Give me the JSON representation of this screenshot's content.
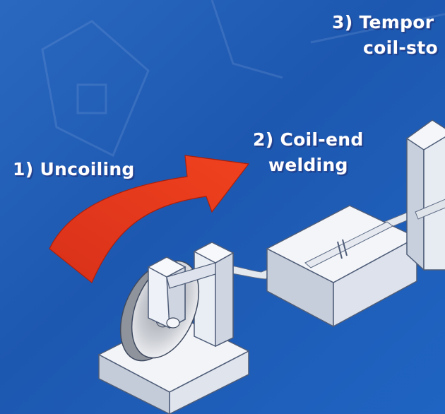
{
  "steps": [
    {
      "number": "1)",
      "label": "Uncoiling"
    },
    {
      "number": "2)",
      "label_line1": "Coil-end",
      "label_line2": "welding"
    },
    {
      "number": "3)",
      "label_line1": "Tempor",
      "label_line2": "coil-sto"
    }
  ],
  "colors": {
    "background": "#1f5fb8",
    "arrow": "#e8381c",
    "machine": "#ecf0f6",
    "text": "#ffffff"
  },
  "icons": {
    "uncoiler": "coil-reel-icon",
    "welder": "welding-box-icon",
    "storage": "storage-tower-icon",
    "flow_arrow": "curved-arrow-icon"
  }
}
